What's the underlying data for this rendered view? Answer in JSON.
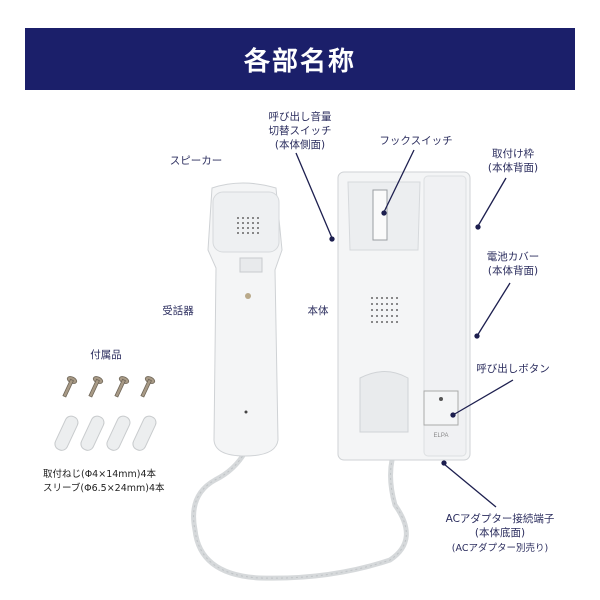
{
  "title": "各部名称",
  "labels": {
    "speaker": "スピーカー",
    "handset": "受話器",
    "body": "本体",
    "volume_switch": [
      "呼び出し音量",
      "切替スイッチ",
      "(本体側面)"
    ],
    "hook_switch": "フックスイッチ",
    "mount_frame": [
      "取付け枠",
      "(本体背面)"
    ],
    "battery_cover": [
      "電池カバー",
      "(本体背面)"
    ],
    "call_button": "呼び出しボタン",
    "ac_terminal": [
      "ACアダプター接続端子",
      "(本体底面)",
      "(ACアダプター別売り)"
    ]
  },
  "accessories": {
    "heading": "付属品",
    "items": [
      "取付ねじ(Φ4×14mm)4本",
      "スリーブ(Φ6.5×24mm)4本"
    ]
  },
  "brand": "ELPA",
  "colors": {
    "banner": "#1b1f6a",
    "label": "#2b2d5e"
  }
}
